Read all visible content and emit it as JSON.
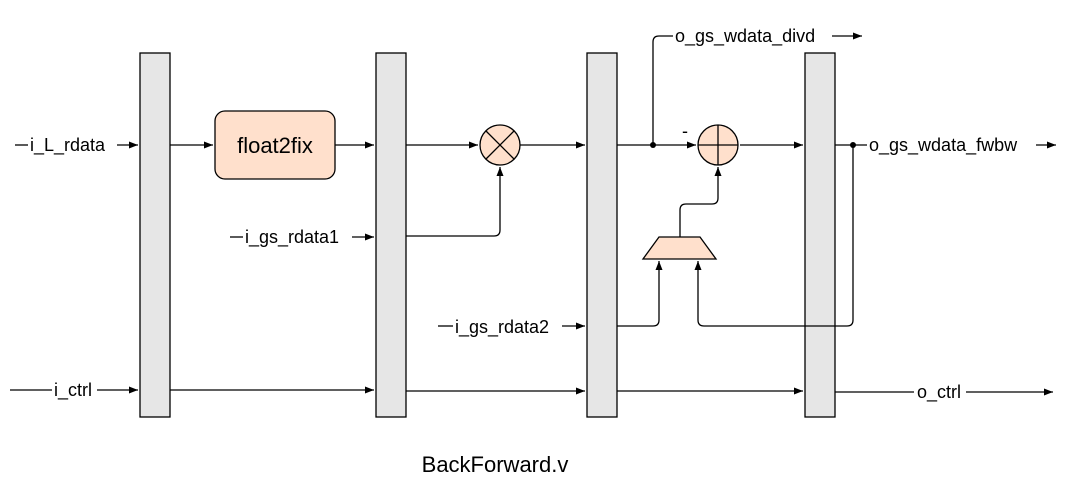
{
  "diagram": {
    "caption": "BackForward.v",
    "block_label": "float2fix",
    "minus_sign": "-",
    "signals": {
      "i_L_rdata": "i_L_rdata",
      "i_gs_rdata1": "i_gs_rdata1",
      "i_gs_rdata2": "i_gs_rdata2",
      "i_ctrl": "i_ctrl",
      "o_gs_wdata_divd": "o_gs_wdata_divd",
      "o_gs_wdata_fwbw": "o_gs_wdata_fwbw",
      "o_ctrl": "o_ctrl"
    },
    "colors": {
      "register_fill": "#e6e6e6",
      "operator_fill": "#ffe0cc",
      "line": "#000000"
    }
  }
}
